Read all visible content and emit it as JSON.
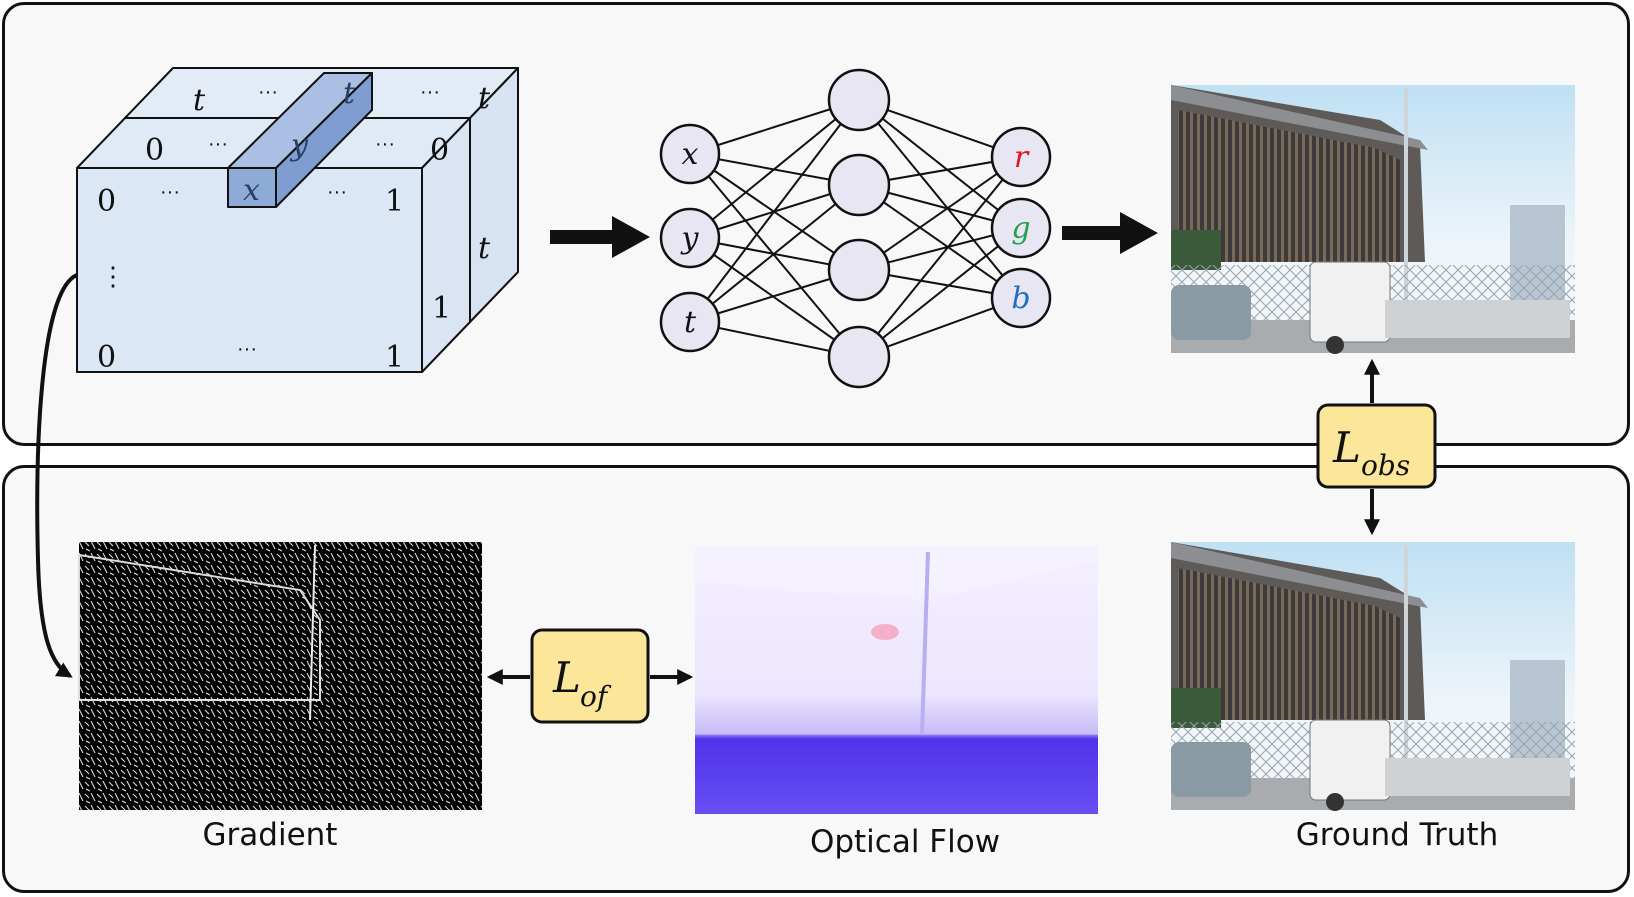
{
  "cube": {
    "front": {
      "tl": "0",
      "tr": "1",
      "bl": "0",
      "br": "1",
      "top_dots": "···",
      "side_dots": "⋮",
      "bottom_dots": "···"
    },
    "mid": {
      "tl": "0",
      "tr": "0",
      "dots": "···",
      "side": "1"
    },
    "back": {
      "tl": "t",
      "tr": "t",
      "dots1": "···",
      "dots2": "···",
      "side": "t"
    },
    "bar": {
      "front": "x",
      "mid": "y",
      "back": "t"
    }
  },
  "network": {
    "inputs": [
      "x",
      "y",
      "t"
    ],
    "outputs": [
      "r",
      "g",
      "b"
    ],
    "output_colors": [
      "#e0181e",
      "#22a24a",
      "#1f6fc0"
    ]
  },
  "loss_obs": {
    "base": "L",
    "sub": "obs"
  },
  "loss_of": {
    "base": "L",
    "sub": "of"
  },
  "captions": {
    "gradient": "Gradient",
    "optical_flow": "Optical Flow",
    "ground_truth": "Ground Truth"
  },
  "colors": {
    "cube_face": "#dce7f5",
    "bar": "#8eaad6",
    "node": "#e9e6f4",
    "loss_box": "#fbe69a",
    "flow": "#5a3ff0"
  }
}
